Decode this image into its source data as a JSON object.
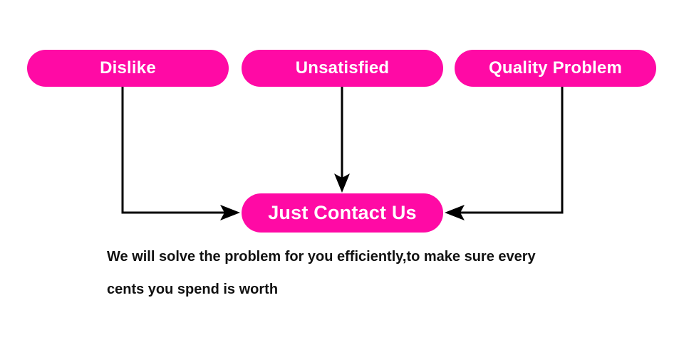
{
  "colors": {
    "pill": "#ff0aa5",
    "line": "#000000",
    "text": "#111111"
  },
  "nodes": {
    "dislike": "Dislike",
    "unsatisfied": "Unsatisfied",
    "quality_problem": "Quality Problem",
    "contact": "Just Contact Us"
  },
  "edges": [
    {
      "from": "dislike",
      "to": "contact"
    },
    {
      "from": "unsatisfied",
      "to": "contact"
    },
    {
      "from": "quality_problem",
      "to": "contact"
    }
  ],
  "caption": {
    "line1": "We will solve the problem for you efficiently,to make sure every",
    "line2": "cents you spend is worth"
  }
}
